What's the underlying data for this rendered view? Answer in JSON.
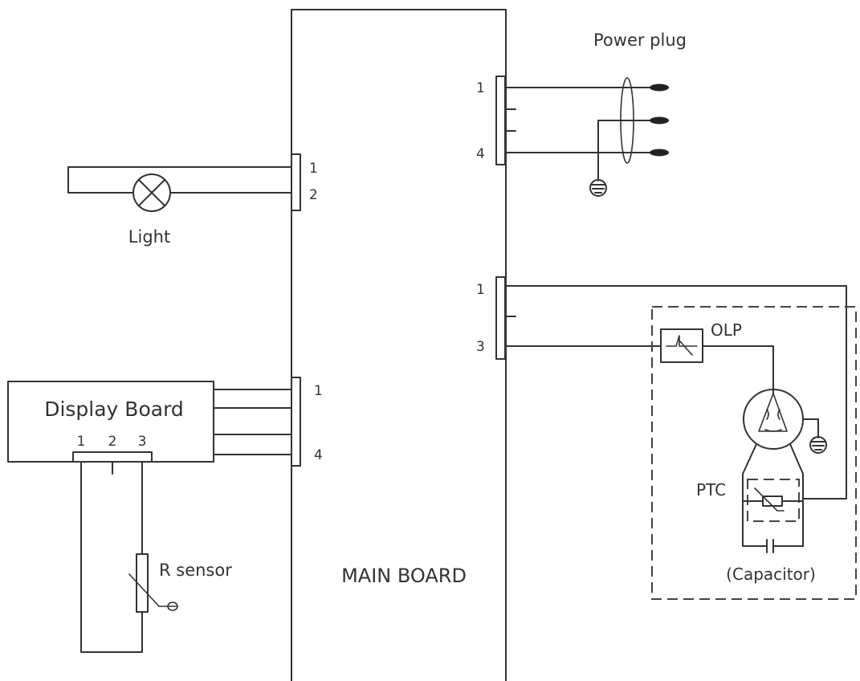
{
  "main_board": {
    "label": "MAIN BOARD"
  },
  "power": {
    "label": "Power plug",
    "pin_first": "1",
    "pin_last": "4"
  },
  "light": {
    "label": "Light",
    "pin_first": "1",
    "pin_second": "2"
  },
  "display": {
    "label": "Display Board",
    "pin_1": "1",
    "pin_2": "2",
    "pin_3": "3",
    "conn_first": "1",
    "conn_last": "4"
  },
  "sensor": {
    "label": "R sensor"
  },
  "compressor": {
    "pin_first": "1",
    "pin_last": "3",
    "olp_label": "OLP",
    "ptc_label": "PTC",
    "capacitor_label": "(Capacitor)"
  }
}
